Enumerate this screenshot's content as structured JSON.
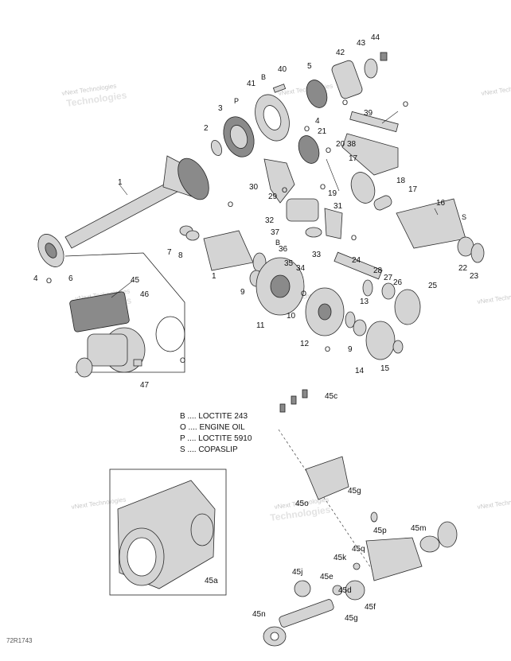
{
  "figure_code": "72R1743",
  "watermark": "vNext Technologies",
  "watermark_large": "Technologies",
  "legend": [
    {
      "code": "B",
      "text": "B .... LOCTITE 243"
    },
    {
      "code": "O",
      "text": "O .... ENGINE OIL"
    },
    {
      "code": "P",
      "text": "P .... LOCTITE 5910"
    },
    {
      "code": "S",
      "text": "S .... COPASLIP"
    }
  ],
  "callouts": {
    "c1a": "1",
    "c1b": "1",
    "c2": "2",
    "c3": "3",
    "c4a": "4",
    "c4b": "4",
    "c5": "5",
    "c6": "6",
    "c7": "7",
    "c8": "8",
    "c9a": "9",
    "c9b": "9",
    "c10": "10",
    "c11": "11",
    "c12": "12",
    "c13": "13",
    "c14": "14",
    "c15": "15",
    "c16": "16",
    "c17a": "17",
    "c17b": "17",
    "c18": "18",
    "c19": "19",
    "c20": "20",
    "c21": "21",
    "c22": "22",
    "c23": "23",
    "c24": "24",
    "c25": "25",
    "c26": "26",
    "c27": "27",
    "c28": "28",
    "c29": "29",
    "c30": "30",
    "c31": "31",
    "c32": "32",
    "c33": "33",
    "c34": "34",
    "c35": "35",
    "c36": "36",
    "c37": "37",
    "c38": "38",
    "c39": "39",
    "c40": "40",
    "c41": "41",
    "c42": "42",
    "c43": "43",
    "c44": "44",
    "c45": "45",
    "c46": "46",
    "c47": "47",
    "c45a": "45a",
    "c45c": "45c",
    "c45d": "45d",
    "c45e": "45e",
    "c45f": "45f",
    "c45g": "45g",
    "c45g2": "45g",
    "c45j": "45j",
    "c45k": "45k",
    "c45m": "45m",
    "c45n": "45n",
    "c45o": "45o",
    "c45p": "45p",
    "c45q": "45q"
  },
  "symbols": {
    "O": "O",
    "B": "B",
    "P": "P",
    "S": "S"
  }
}
